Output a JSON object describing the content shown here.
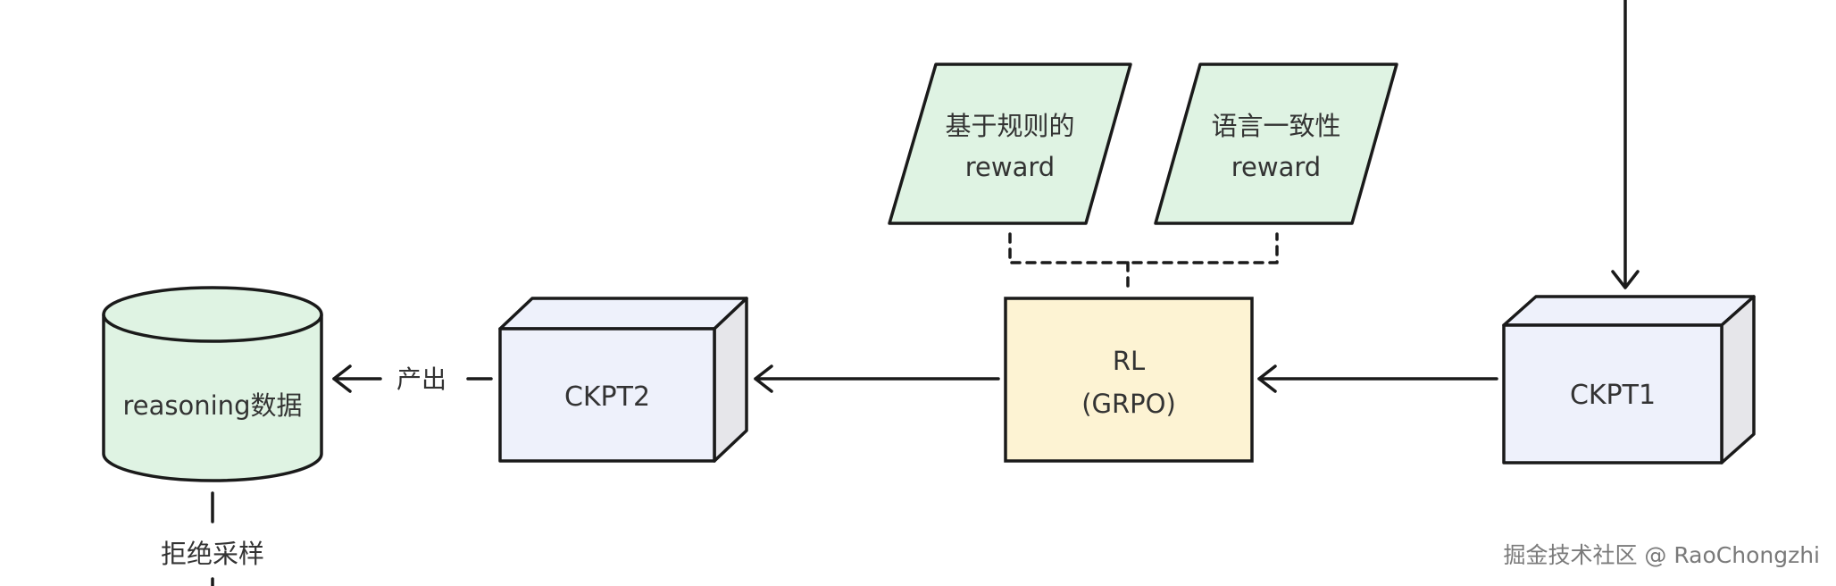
{
  "nodes": {
    "reasoning_db": {
      "label": "reasoning数据"
    },
    "ckpt2": {
      "label": "CKPT2"
    },
    "rl": {
      "line1": "RL",
      "line2": "(GRPO)"
    },
    "ckpt1": {
      "label": "CKPT1"
    },
    "rule_reward": {
      "line1": "基于规则的",
      "line2": "reward"
    },
    "lang_reward": {
      "line1": "语言一致性",
      "line2": "reward"
    }
  },
  "edges": {
    "produce_label": "产出",
    "rejection_sampling_label": "拒绝采样"
  },
  "colors": {
    "stroke": "#1a1a1a",
    "cylinder_fill": "#dff3e3",
    "box_front": "#eef1fb",
    "box_side": "#e6e6ea",
    "rl_fill": "#fdf3d3",
    "reward_fill": "#dff3e3"
  },
  "watermark": "掘金技术社区 @ RaoChongzhi"
}
